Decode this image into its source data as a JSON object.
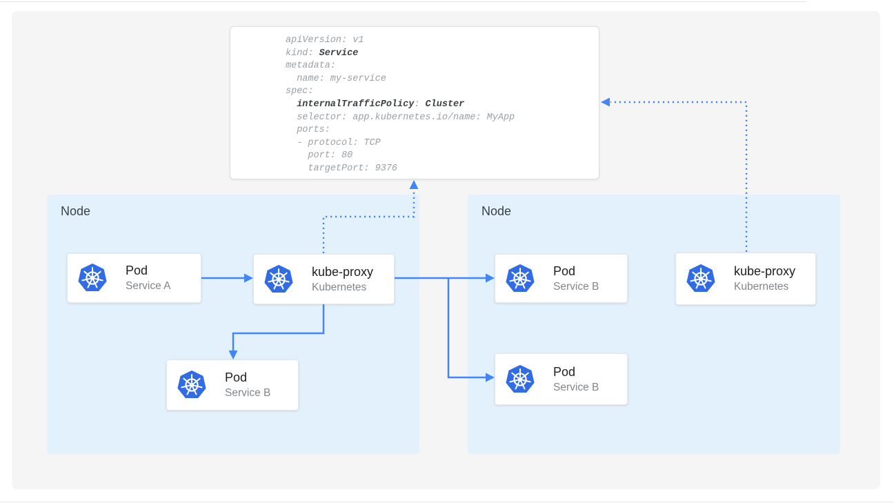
{
  "palette": {
    "arrow_blue": "#4285f4",
    "node_background": "#e3f1fc",
    "kubernetes_blue": "#326ce5",
    "panel_background": "#f5f5f6",
    "code_gray": "#9aa0a6",
    "code_bold_dark": "#3c4043",
    "card_title_dark": "#202124",
    "card_subtitle_gray": "#80868b"
  },
  "yaml_panel": {
    "lines": [
      [
        {
          "t": "apiVersion: v1"
        }
      ],
      [
        {
          "t": "kind: "
        },
        {
          "t": "Service",
          "b": true
        }
      ],
      [
        {
          "t": "metadata:"
        }
      ],
      [
        {
          "t": "  name: my-service"
        }
      ],
      [
        {
          "t": "spec:"
        }
      ],
      [
        {
          "t": "  "
        },
        {
          "t": "internalTrafficPolicy",
          "b": true
        },
        {
          "t": ": "
        },
        {
          "t": "Cluster",
          "b": true
        }
      ],
      [
        {
          "t": "  selector: app.kubernetes.io/name: MyApp"
        }
      ],
      [
        {
          "t": "  ports:"
        }
      ],
      [
        {
          "t": "  - protocol: TCP"
        }
      ],
      [
        {
          "t": "    port: 80"
        }
      ],
      [
        {
          "t": "    targetPort: 9376"
        }
      ]
    ]
  },
  "nodes": [
    {
      "label": "Node"
    },
    {
      "label": "Node"
    }
  ],
  "cards": [
    {
      "title": "Pod",
      "subtitle": "Service A"
    },
    {
      "title": "kube-proxy",
      "subtitle": "Kubernetes"
    },
    {
      "title": "Pod",
      "subtitle": "Service B"
    },
    {
      "title": "Pod",
      "subtitle": "Service B"
    },
    {
      "title": "Pod",
      "subtitle": "Service B"
    },
    {
      "title": "kube-proxy",
      "subtitle": "Kubernetes"
    }
  ],
  "icons": {
    "kubernetes": "kubernetes-wheel-icon"
  }
}
